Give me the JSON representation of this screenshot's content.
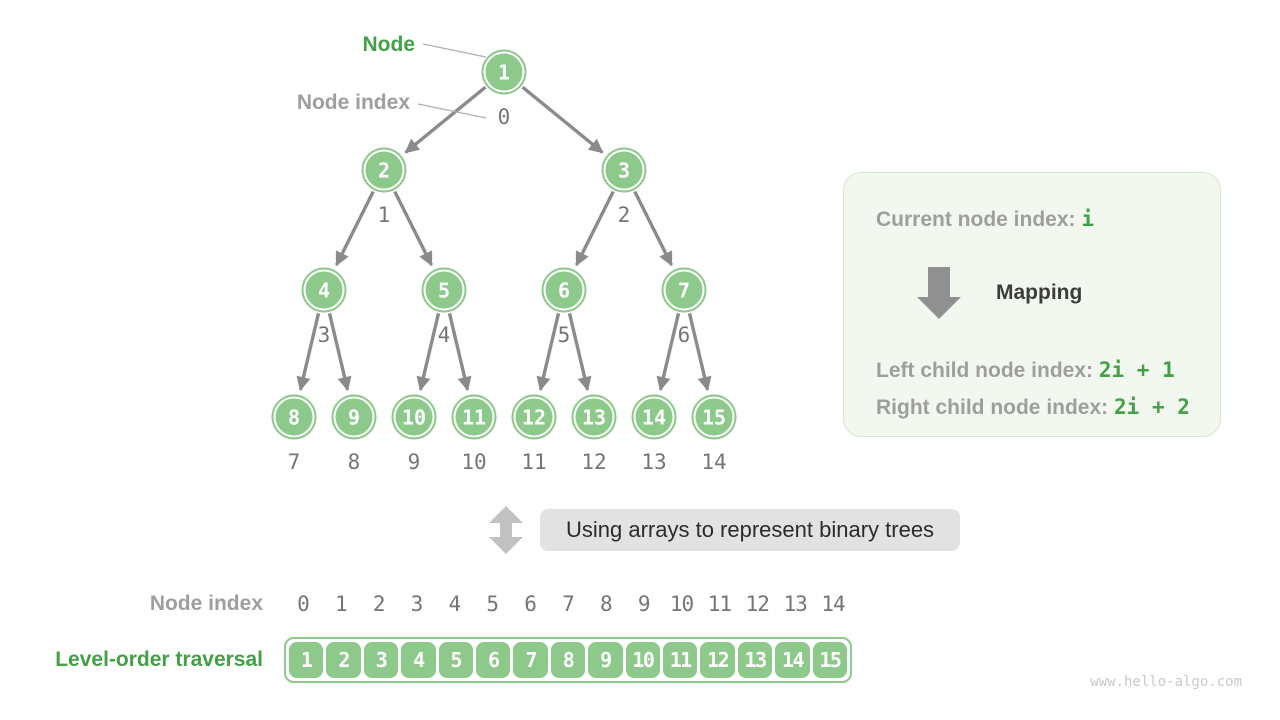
{
  "colors": {
    "node_green": "#8cc98a",
    "text_green": "#43a047",
    "label_gray": "#9e9e9e",
    "digit_gray": "#757575",
    "edge_gray": "#8b8b8b",
    "box_bg": "#f2f8f0",
    "pill_bg": "#e2e2e2"
  },
  "tree": {
    "node_callout": "Node",
    "index_callout": "Node index",
    "nodes": [
      {
        "value": "1",
        "index": "0"
      },
      {
        "value": "2",
        "index": "1"
      },
      {
        "value": "3",
        "index": "2"
      },
      {
        "value": "4",
        "index": "3"
      },
      {
        "value": "5",
        "index": "4"
      },
      {
        "value": "6",
        "index": "5"
      },
      {
        "value": "7",
        "index": "6"
      },
      {
        "value": "8",
        "index": "7"
      },
      {
        "value": "9",
        "index": "8"
      },
      {
        "value": "10",
        "index": "9"
      },
      {
        "value": "11",
        "index": "10"
      },
      {
        "value": "12",
        "index": "11"
      },
      {
        "value": "13",
        "index": "12"
      },
      {
        "value": "14",
        "index": "13"
      },
      {
        "value": "15",
        "index": "14"
      }
    ]
  },
  "info_box": {
    "current_label": "Current node index:",
    "current_value": "i",
    "mapping_label": "Mapping",
    "left_label": "Left child node index:",
    "left_value": "2i + 1",
    "right_label": "Right child node index:",
    "right_value": "2i + 2"
  },
  "caption": "Using arrays to represent binary trees",
  "array_section": {
    "index_label": "Node index",
    "indices": [
      "0",
      "1",
      "2",
      "3",
      "4",
      "5",
      "6",
      "7",
      "8",
      "9",
      "10",
      "11",
      "12",
      "13",
      "14"
    ],
    "traversal_label": "Level-order traversal",
    "values": [
      "1",
      "2",
      "3",
      "4",
      "5",
      "6",
      "7",
      "8",
      "9",
      "10",
      "11",
      "12",
      "13",
      "14",
      "15"
    ]
  },
  "watermark": "www.hello-algo.com"
}
